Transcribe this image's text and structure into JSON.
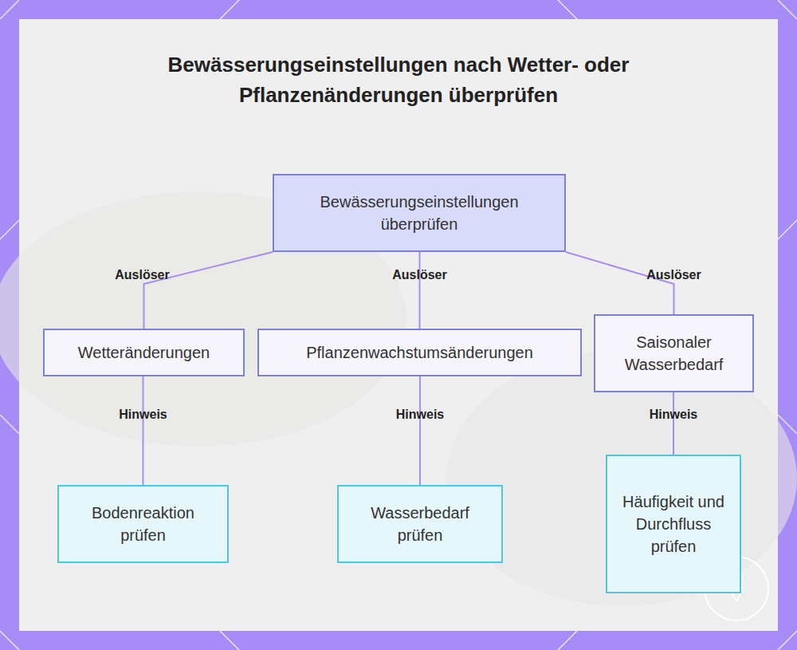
{
  "diagram": {
    "title": "Bewässerungseinstellungen nach Wetter- oder Pflanzenänderungen überprüfen",
    "nodes": [
      {
        "text": [
          "Bewässerungseinstellungen überprüfen"
        ]
      },
      {
        "text": [
          "Wetteränderungen"
        ]
      },
      {
        "text": [
          "Pflanzenwachstumsänderungen"
        ]
      },
      {
        "text": [
          "Saisonaler Wasserbedarf"
        ]
      },
      {
        "text": [
          "Bodenreaktion prüfen"
        ]
      },
      {
        "text": [
          "Wasserbedarf prüfen"
        ]
      },
      {
        "text": [
          "Häufigkeit und Durchfluss prüfen"
        ]
      }
    ],
    "edges": [
      {
        "from": 0,
        "to": 1,
        "arrow": "none",
        "label": "Auslöser"
      },
      {
        "from": 0,
        "to": 2,
        "arrow": "none",
        "label": "Auslöser"
      },
      {
        "from": 0,
        "to": 3,
        "arrow": "none",
        "label": "Auslöser"
      },
      {
        "from": 1,
        "to": 4,
        "arrow": "none",
        "label": "Hinweis"
      },
      {
        "from": 2,
        "to": 5,
        "arrow": "none",
        "label": "Hinweis"
      },
      {
        "from": 3,
        "to": 6,
        "arrow": "none",
        "label": "Hinweis"
      }
    ]
  }
}
